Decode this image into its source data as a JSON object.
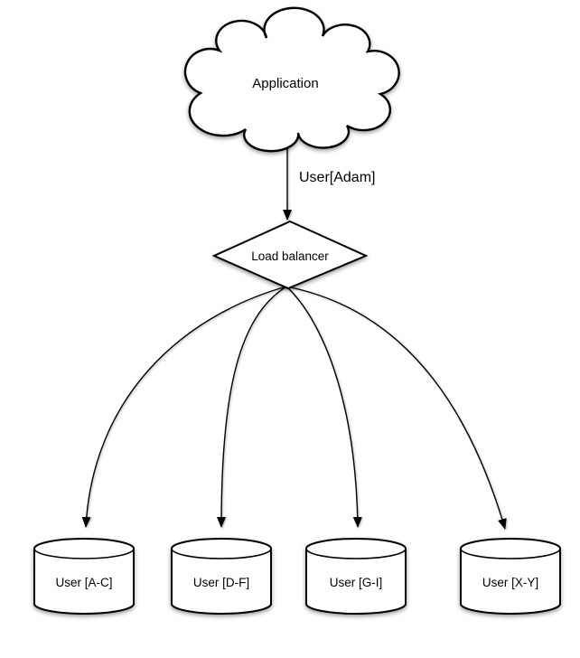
{
  "diagram": {
    "cloud": {
      "label": "Application"
    },
    "request_edge": {
      "label": "User[Adam]"
    },
    "load_balancer": {
      "label": "Load balancer"
    },
    "shards": [
      {
        "label": "User [A-C]"
      },
      {
        "label": "User [D-F]"
      },
      {
        "label": "User [G-I]"
      },
      {
        "label": "User [X-Y]"
      }
    ],
    "colors": {
      "stroke": "#000000",
      "fill": "#ffffff",
      "background": "#ffffff"
    }
  }
}
